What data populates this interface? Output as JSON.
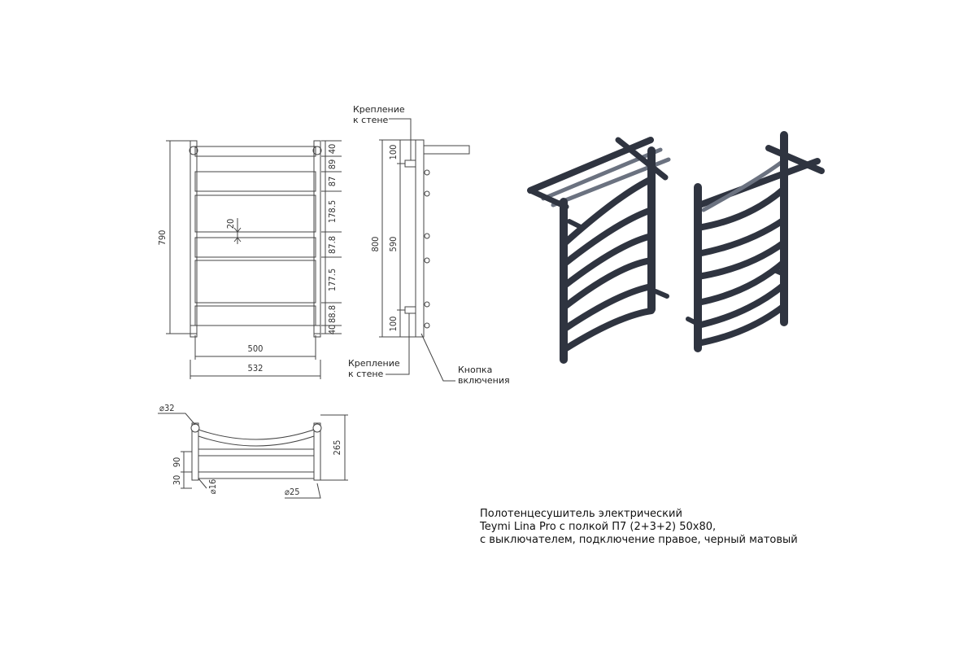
{
  "front_view": {
    "height_total": "790",
    "width_inner": "500",
    "width_total": "532",
    "gap_label": "20",
    "spacings": [
      "40",
      "89",
      "87",
      "178.5",
      "87.8",
      "177.5",
      "88.8",
      "40"
    ]
  },
  "side_view": {
    "height_total": "800",
    "center_distance": "590",
    "offset_top": "100",
    "offset_bottom": "100",
    "mount_top_label": [
      "Крепление",
      "к стене"
    ],
    "mount_bottom_label": [
      "Крепление",
      "к стене"
    ],
    "switch_label": [
      "Кнопка",
      "включения"
    ]
  },
  "top_view": {
    "tube_diameter": "⌀32",
    "rung_diameter": "⌀16",
    "outlet_diameter": "⌀25",
    "depth_total": "265",
    "shelf_depth": "90",
    "wall_gap": "30"
  },
  "caption": {
    "line1": "Полотенцесушитель электрический",
    "line2": "Teymi Lina Pro с полкой П7 (2+3+2) 50х80,",
    "line3": "с выключателем, подключение правое, черный матовый"
  },
  "colors": {
    "line": "#444444",
    "tube_dark": "#2f3440",
    "tube_light": "#6b7280"
  }
}
